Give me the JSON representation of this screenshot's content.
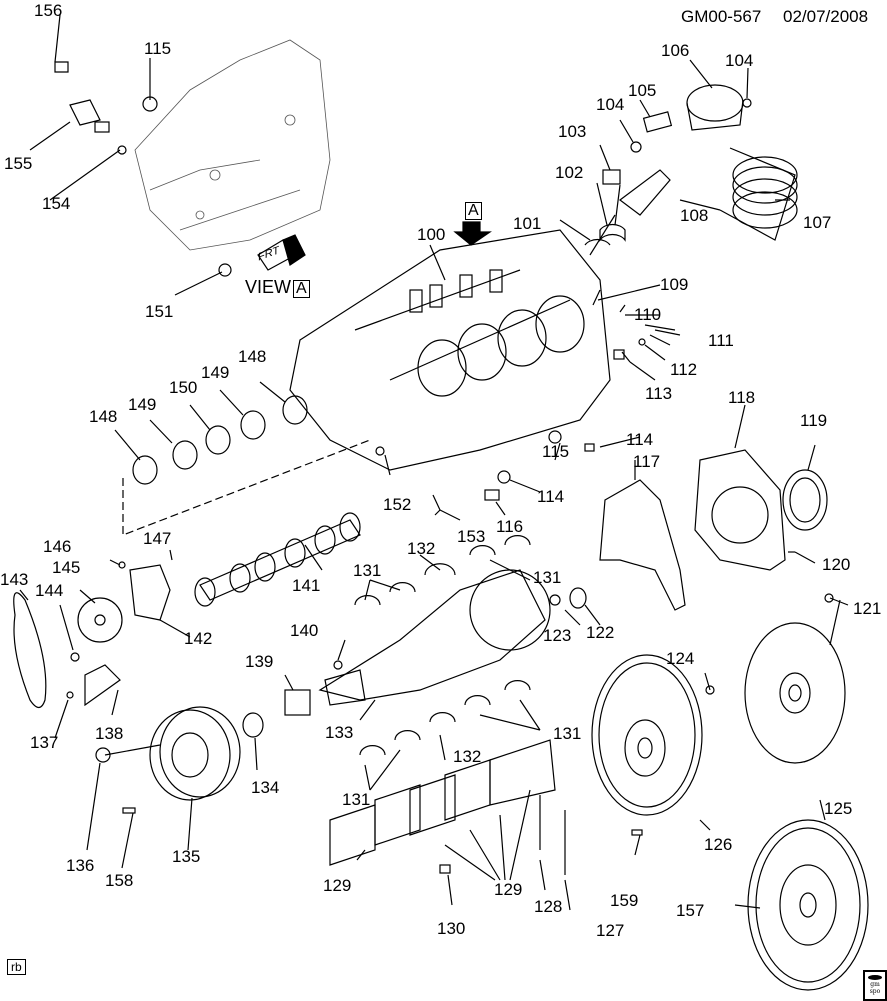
{
  "header": {
    "diagram_id": "GM00-567",
    "date": "02/07/2008"
  },
  "view_label": {
    "text": "VIEW",
    "ref": "A"
  },
  "view_arrow_ref": "A",
  "front_indicator": "FRT",
  "footer": {
    "corner_tag": "rb",
    "logo_text_line1": "gm",
    "logo_text_line2": "spo"
  },
  "callouts": [
    {
      "id": "156",
      "label": "156"
    },
    {
      "id": "115a",
      "label": "115"
    },
    {
      "id": "155",
      "label": "155"
    },
    {
      "id": "154",
      "label": "154"
    },
    {
      "id": "151",
      "label": "151"
    },
    {
      "id": "106",
      "label": "106"
    },
    {
      "id": "104a",
      "label": "104"
    },
    {
      "id": "104b",
      "label": "104"
    },
    {
      "id": "105",
      "label": "105"
    },
    {
      "id": "103",
      "label": "103"
    },
    {
      "id": "102",
      "label": "102"
    },
    {
      "id": "108",
      "label": "108"
    },
    {
      "id": "107",
      "label": "107"
    },
    {
      "id": "101",
      "label": "101"
    },
    {
      "id": "100",
      "label": "100"
    },
    {
      "id": "109",
      "label": "109"
    },
    {
      "id": "110",
      "label": "110"
    },
    {
      "id": "111",
      "label": "111"
    },
    {
      "id": "112",
      "label": "112"
    },
    {
      "id": "113",
      "label": "113"
    },
    {
      "id": "118",
      "label": "118"
    },
    {
      "id": "119",
      "label": "119"
    },
    {
      "id": "114a",
      "label": "114"
    },
    {
      "id": "115b",
      "label": "115"
    },
    {
      "id": "114b",
      "label": "114"
    },
    {
      "id": "117",
      "label": "117"
    },
    {
      "id": "116",
      "label": "116"
    },
    {
      "id": "152",
      "label": "152"
    },
    {
      "id": "153",
      "label": "153"
    },
    {
      "id": "148a",
      "label": "148"
    },
    {
      "id": "149a",
      "label": "149"
    },
    {
      "id": "150",
      "label": "150"
    },
    {
      "id": "149b",
      "label": "149"
    },
    {
      "id": "148b",
      "label": "148"
    },
    {
      "id": "120",
      "label": "120"
    },
    {
      "id": "121",
      "label": "121"
    },
    {
      "id": "132a",
      "label": "132"
    },
    {
      "id": "131a",
      "label": "131"
    },
    {
      "id": "131b",
      "label": "131"
    },
    {
      "id": "146",
      "label": "146"
    },
    {
      "id": "147",
      "label": "147"
    },
    {
      "id": "145",
      "label": "145"
    },
    {
      "id": "143",
      "label": "143"
    },
    {
      "id": "144",
      "label": "144"
    },
    {
      "id": "141",
      "label": "141"
    },
    {
      "id": "142",
      "label": "142"
    },
    {
      "id": "140",
      "label": "140"
    },
    {
      "id": "139",
      "label": "139"
    },
    {
      "id": "123",
      "label": "123"
    },
    {
      "id": "122",
      "label": "122"
    },
    {
      "id": "124",
      "label": "124"
    },
    {
      "id": "137",
      "label": "137"
    },
    {
      "id": "138",
      "label": "138"
    },
    {
      "id": "133",
      "label": "133"
    },
    {
      "id": "131c",
      "label": "131"
    },
    {
      "id": "132b",
      "label": "132"
    },
    {
      "id": "131d",
      "label": "131"
    },
    {
      "id": "134",
      "label": "134"
    },
    {
      "id": "125",
      "label": "125"
    },
    {
      "id": "136",
      "label": "136"
    },
    {
      "id": "135",
      "label": "135"
    },
    {
      "id": "158",
      "label": "158"
    },
    {
      "id": "126",
      "label": "126"
    },
    {
      "id": "129a",
      "label": "129"
    },
    {
      "id": "129b",
      "label": "129"
    },
    {
      "id": "128",
      "label": "128"
    },
    {
      "id": "159",
      "label": "159"
    },
    {
      "id": "127",
      "label": "127"
    },
    {
      "id": "130",
      "label": "130"
    },
    {
      "id": "157",
      "label": "157"
    }
  ]
}
